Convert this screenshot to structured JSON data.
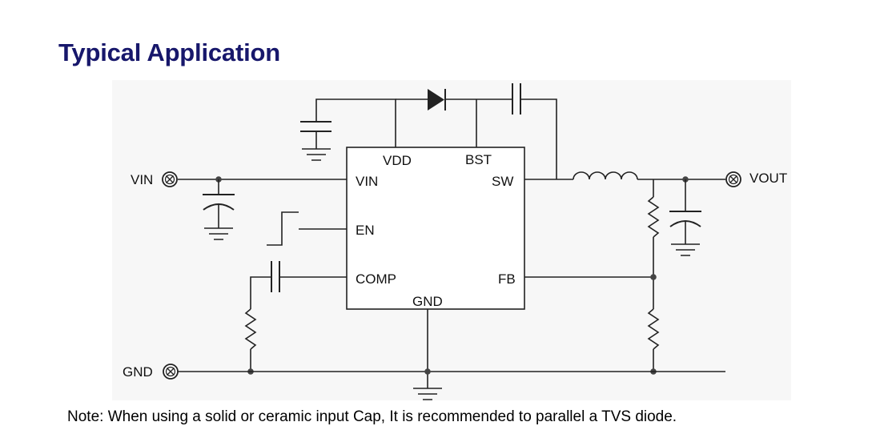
{
  "title": "Typical Application",
  "note": "Note: When using a solid or ceramic input Cap, It is recommended to parallel a TVS diode.",
  "diagram": {
    "pins": {
      "vdd": "VDD",
      "bst": "BST",
      "vin": "VIN",
      "sw": "SW",
      "en": "EN",
      "comp": "COMP",
      "fb": "FB",
      "gnd": "GND"
    },
    "terminals": {
      "vin": "VIN",
      "vout": "VOUT",
      "gnd": "GND"
    }
  },
  "colors": {
    "title": "#17176b",
    "background_panel": "#f7f7f7",
    "wire": "#222222"
  }
}
